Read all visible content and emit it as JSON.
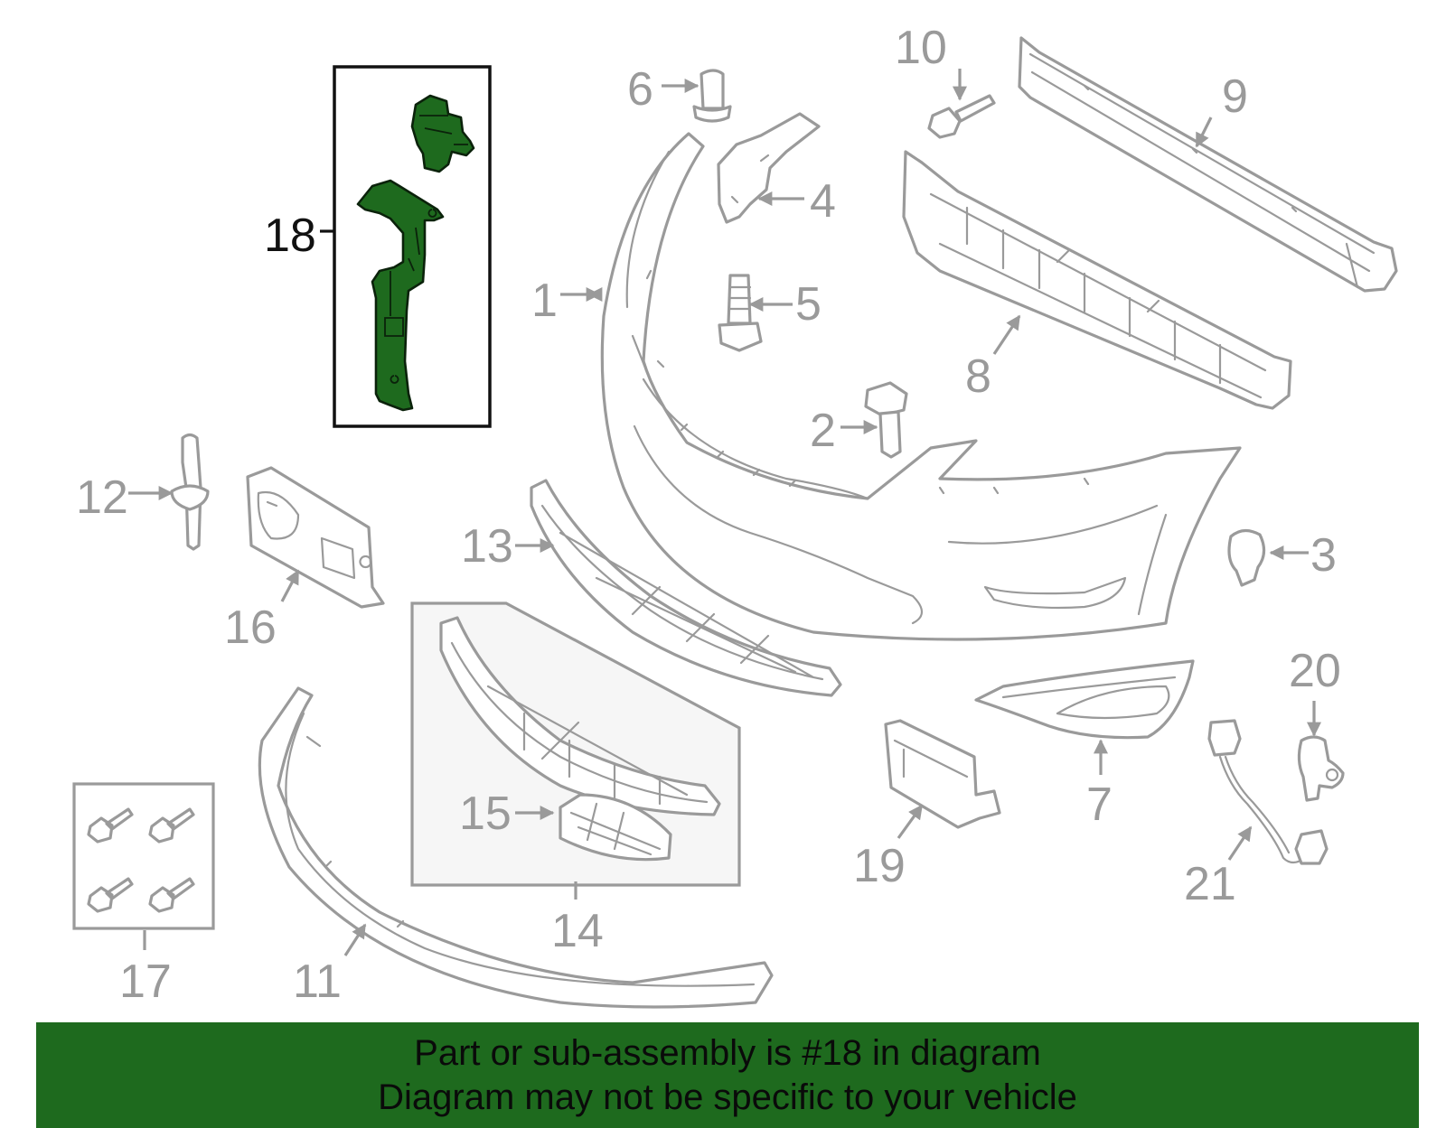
{
  "callouts": {
    "c1": "1",
    "c2": "2",
    "c3": "3",
    "c4": "4",
    "c5": "5",
    "c6": "6",
    "c7": "7",
    "c8": "8",
    "c9": "9",
    "c10": "10",
    "c11": "11",
    "c12": "12",
    "c13": "13",
    "c14": "14",
    "c15": "15",
    "c16": "16",
    "c17": "17",
    "c18": "18",
    "c19": "19",
    "c20": "20",
    "c21": "21"
  },
  "highlighted_part": "18",
  "banner": {
    "line1": "Part or sub-assembly is #18 in diagram",
    "line2": "Diagram may not be specific to your vehicle"
  },
  "colors": {
    "highlight": "#1e6a1e",
    "outline": "#9a9a9a",
    "banner_bg": "#1e6a1e"
  }
}
